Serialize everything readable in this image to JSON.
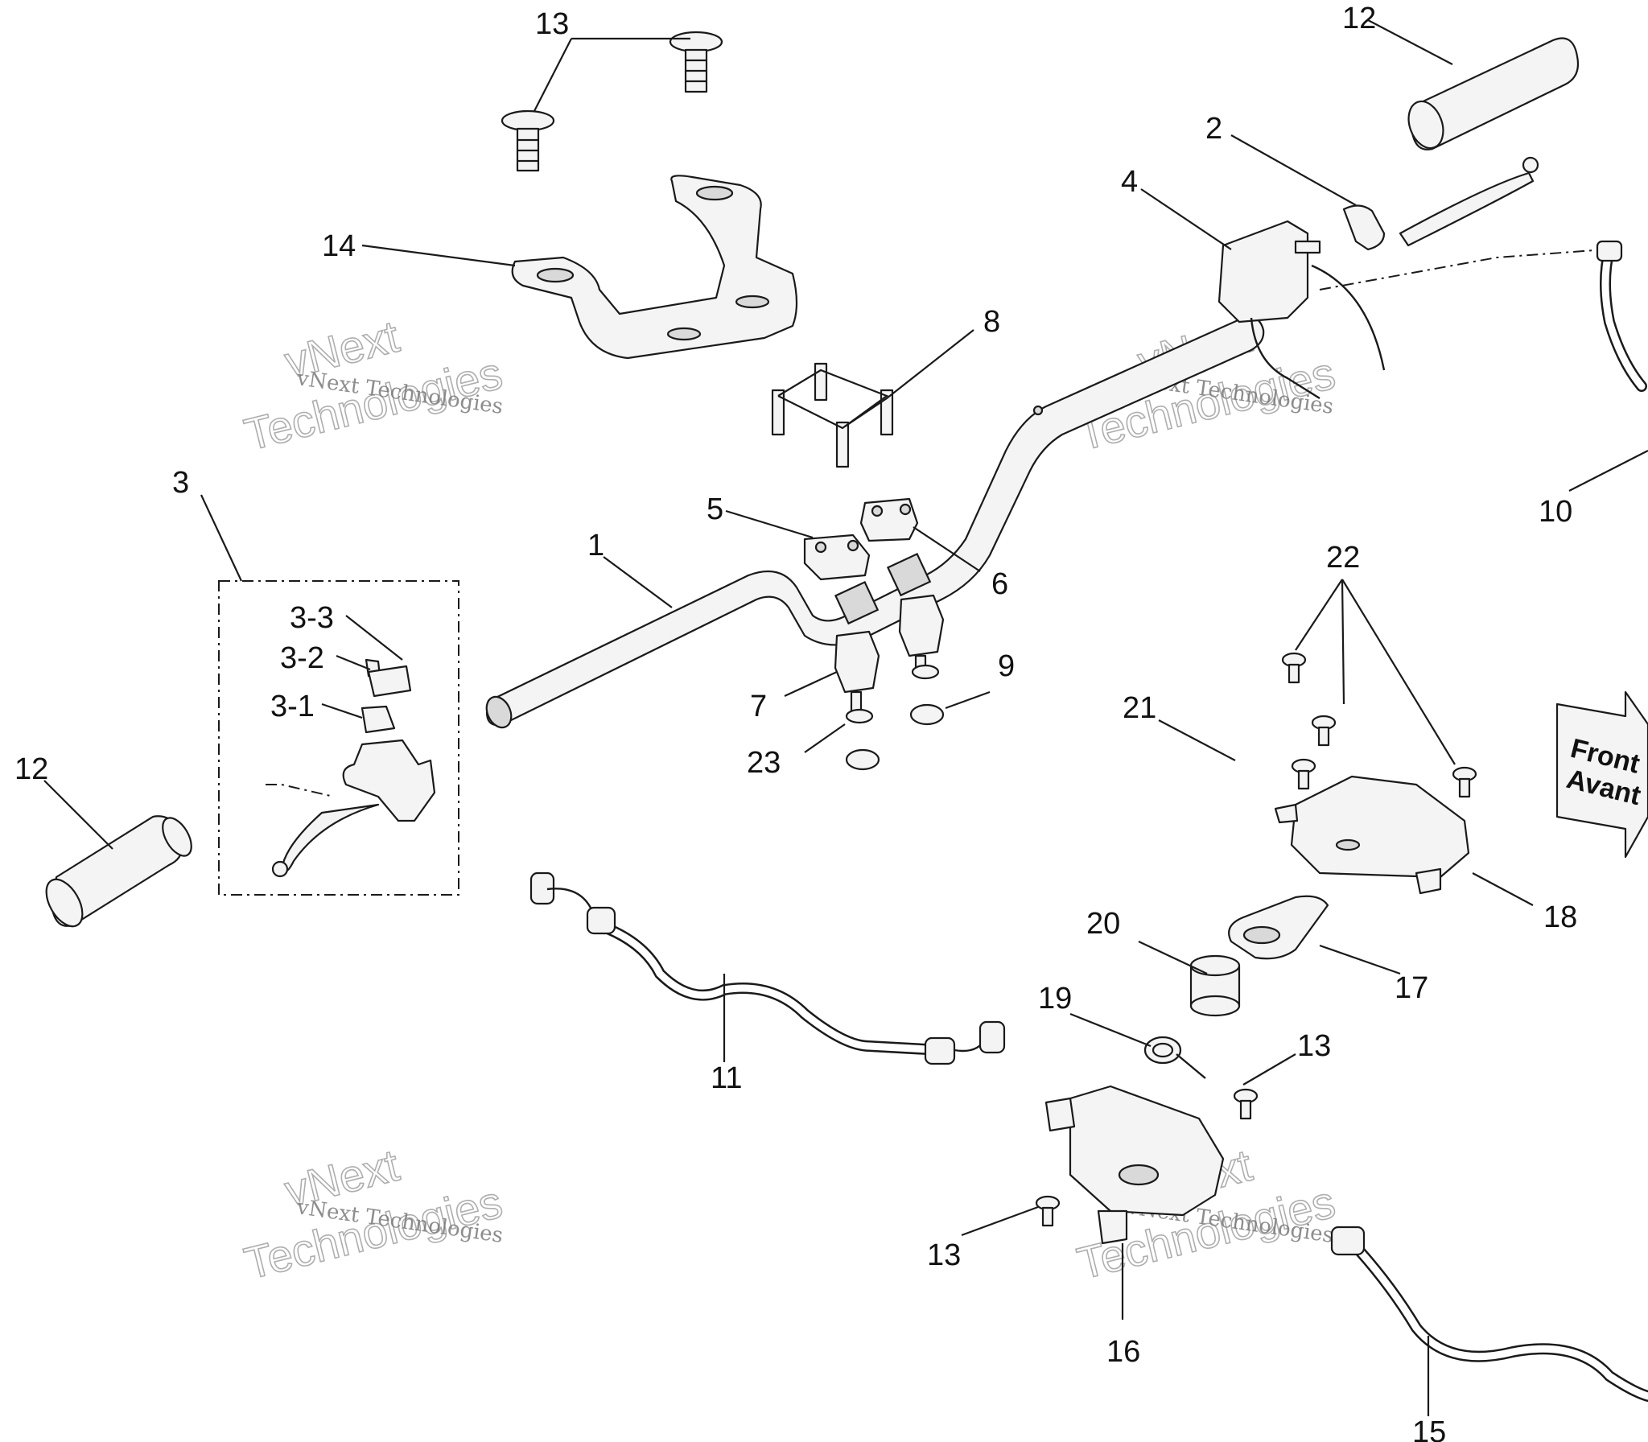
{
  "callouts": {
    "c1": "1",
    "c2": "2",
    "c3": "3",
    "c3_1": "3-1",
    "c3_2": "3-2",
    "c3_3": "3-3",
    "c4": "4",
    "c5": "5",
    "c6": "6",
    "c7": "7",
    "c8": "8",
    "c9": "9",
    "c10": "10",
    "c11": "11",
    "c12_left": "12",
    "c12_right": "12",
    "c13_top": "13",
    "c13_mid": "13",
    "c13_low": "13",
    "c14": "14",
    "c15": "15",
    "c16": "16",
    "c17": "17",
    "c18": "18",
    "c19": "19",
    "c20": "20",
    "c21": "21",
    "c22": "22",
    "c23": "23"
  },
  "watermarks": {
    "company_small": "vNext Technologies",
    "company_line1": "vNext",
    "company_line2": "Technologies"
  },
  "direction_arrow": {
    "line1": "Front",
    "line2": "Avant"
  }
}
